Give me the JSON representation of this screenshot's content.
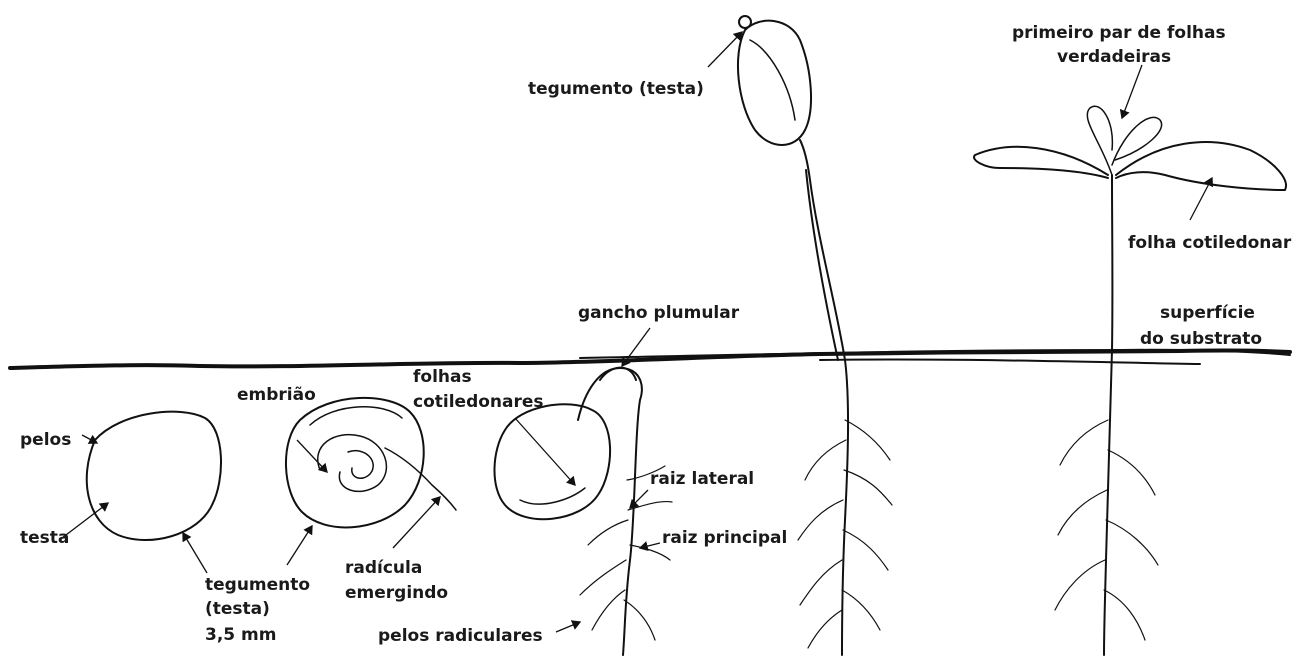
{
  "labels": {
    "pelos": "pelos",
    "testa": "testa",
    "tegumento_1": "tegumento",
    "tegumento_2": "(testa)",
    "tegumento_3": "3,5 mm",
    "embriao": "embrião",
    "radicula_1": "radícula",
    "radicula_2": "emergindo",
    "folhas_cot_1": "folhas",
    "folhas_cot_2": "cotiledonares",
    "gancho": "gancho plumular",
    "raiz_lateral": "raiz lateral",
    "raiz_principal": "raiz principal",
    "pelos_radiculares": "pelos radiculares",
    "tegumento_top": "tegumento (testa)",
    "primeiro_par_1": "primeiro par de folhas",
    "primeiro_par_2": "verdadeiras",
    "folha_cotiledonar": "folha cotiledonar",
    "superficie_1": "superfície",
    "superficie_2": "do substrato"
  },
  "colors": {
    "ink": "#111111",
    "background": "#ffffff"
  }
}
